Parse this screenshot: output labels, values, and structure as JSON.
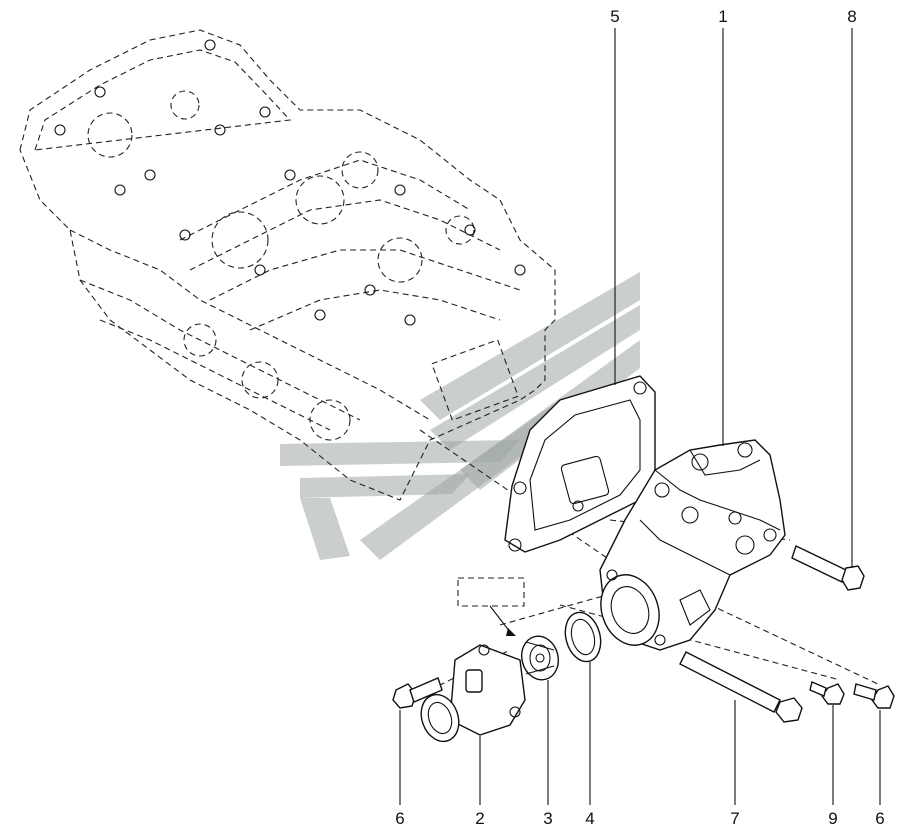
{
  "labels": {
    "top_left": "5",
    "top_middle": "1",
    "top_right": "8",
    "bottom_1": "6",
    "bottom_2": "2",
    "bottom_3": "3",
    "bottom_4": "4",
    "bottom_5": "7",
    "bottom_6": "9",
    "bottom_7": "6"
  },
  "colors": {
    "line": "#111111",
    "background": "#ffffff",
    "watermark": "#9ea6a6"
  }
}
